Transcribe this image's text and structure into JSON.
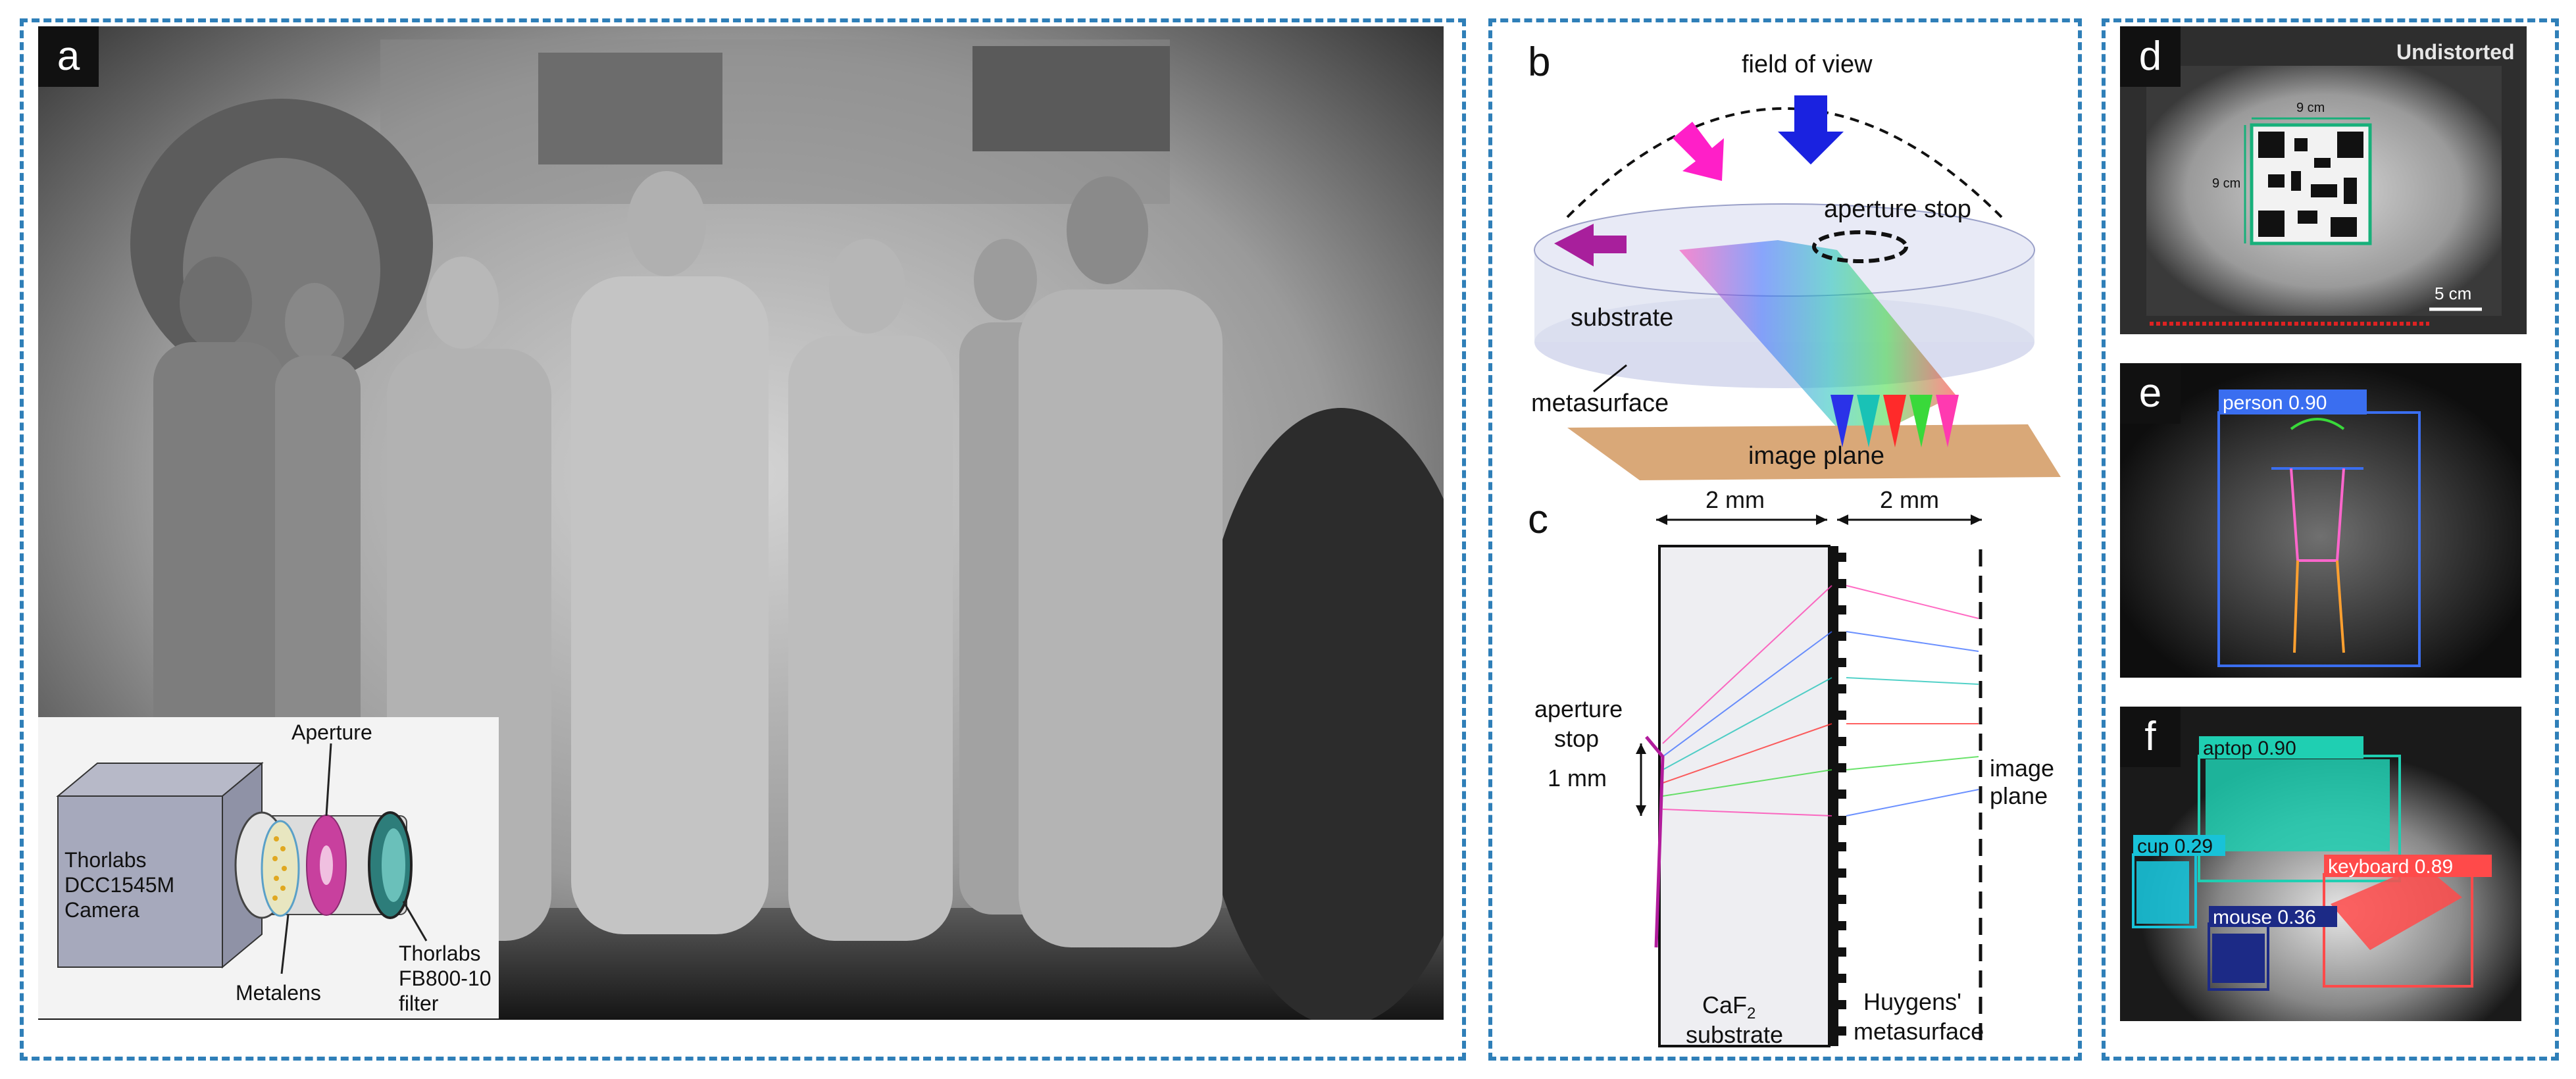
{
  "panels": {
    "a": {
      "label": "a"
    },
    "b": {
      "label": "b"
    },
    "c": {
      "label": "c"
    },
    "d": {
      "label": "d"
    },
    "e": {
      "label": "e"
    },
    "f": {
      "label": "f"
    }
  },
  "inset_a": {
    "aperture": "Aperture",
    "camera_line1": "Thorlabs",
    "camera_line2": "DCC1545M",
    "camera_line3": "Camera",
    "filter_line1": "Thorlabs",
    "filter_line2": "FB800-10",
    "filter_line3": "filter",
    "metalens": "Metalens"
  },
  "diagram_b": {
    "field_of_view": "field of view",
    "aperture_stop": "aperture stop",
    "substrate": "substrate",
    "metasurface": "metasurface",
    "image_plane": "image plane"
  },
  "diagram_c": {
    "dim_left": "2 mm",
    "dim_right": "2 mm",
    "aperture_l1": "aperture",
    "aperture_l2": "stop",
    "aperture_l3": "1 mm",
    "image_l1": "image",
    "image_l2": "plane",
    "caf2_main": "CaF",
    "caf2_sub": "2",
    "caf2_l2": "substrate",
    "huygens_l1": "Huygens'",
    "huygens_l2": "metasurface"
  },
  "panel_d": {
    "undistorted": "Undistorted",
    "dim_top": "9 cm",
    "dim_side": "9 cm",
    "scale_bar": "5 cm"
  },
  "panel_e": {
    "person_label": "person 0.90"
  },
  "panel_f": {
    "laptop": "aptop 0.90",
    "cup": "cup 0.29",
    "keyboard": "keyboard 0.89",
    "mouse": "mouse 0.36"
  },
  "colors": {
    "frame": "#2f7fb8",
    "laptop": "#1fcfb2",
    "cup": "#18c2d8",
    "keyboard": "#ff4a4a",
    "mouse": "#1c2a86",
    "person": "#3a6ef0",
    "substrate": "#c9cde8",
    "image_plane": "#d9a878"
  }
}
